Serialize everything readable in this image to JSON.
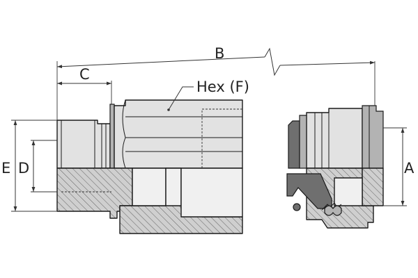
{
  "labels": {
    "overall_length": "B",
    "thread_length": "C",
    "hex": "Hex (F)",
    "outer_diameter": "E",
    "inner_diameter": "D",
    "port_diameter": "A"
  }
}
